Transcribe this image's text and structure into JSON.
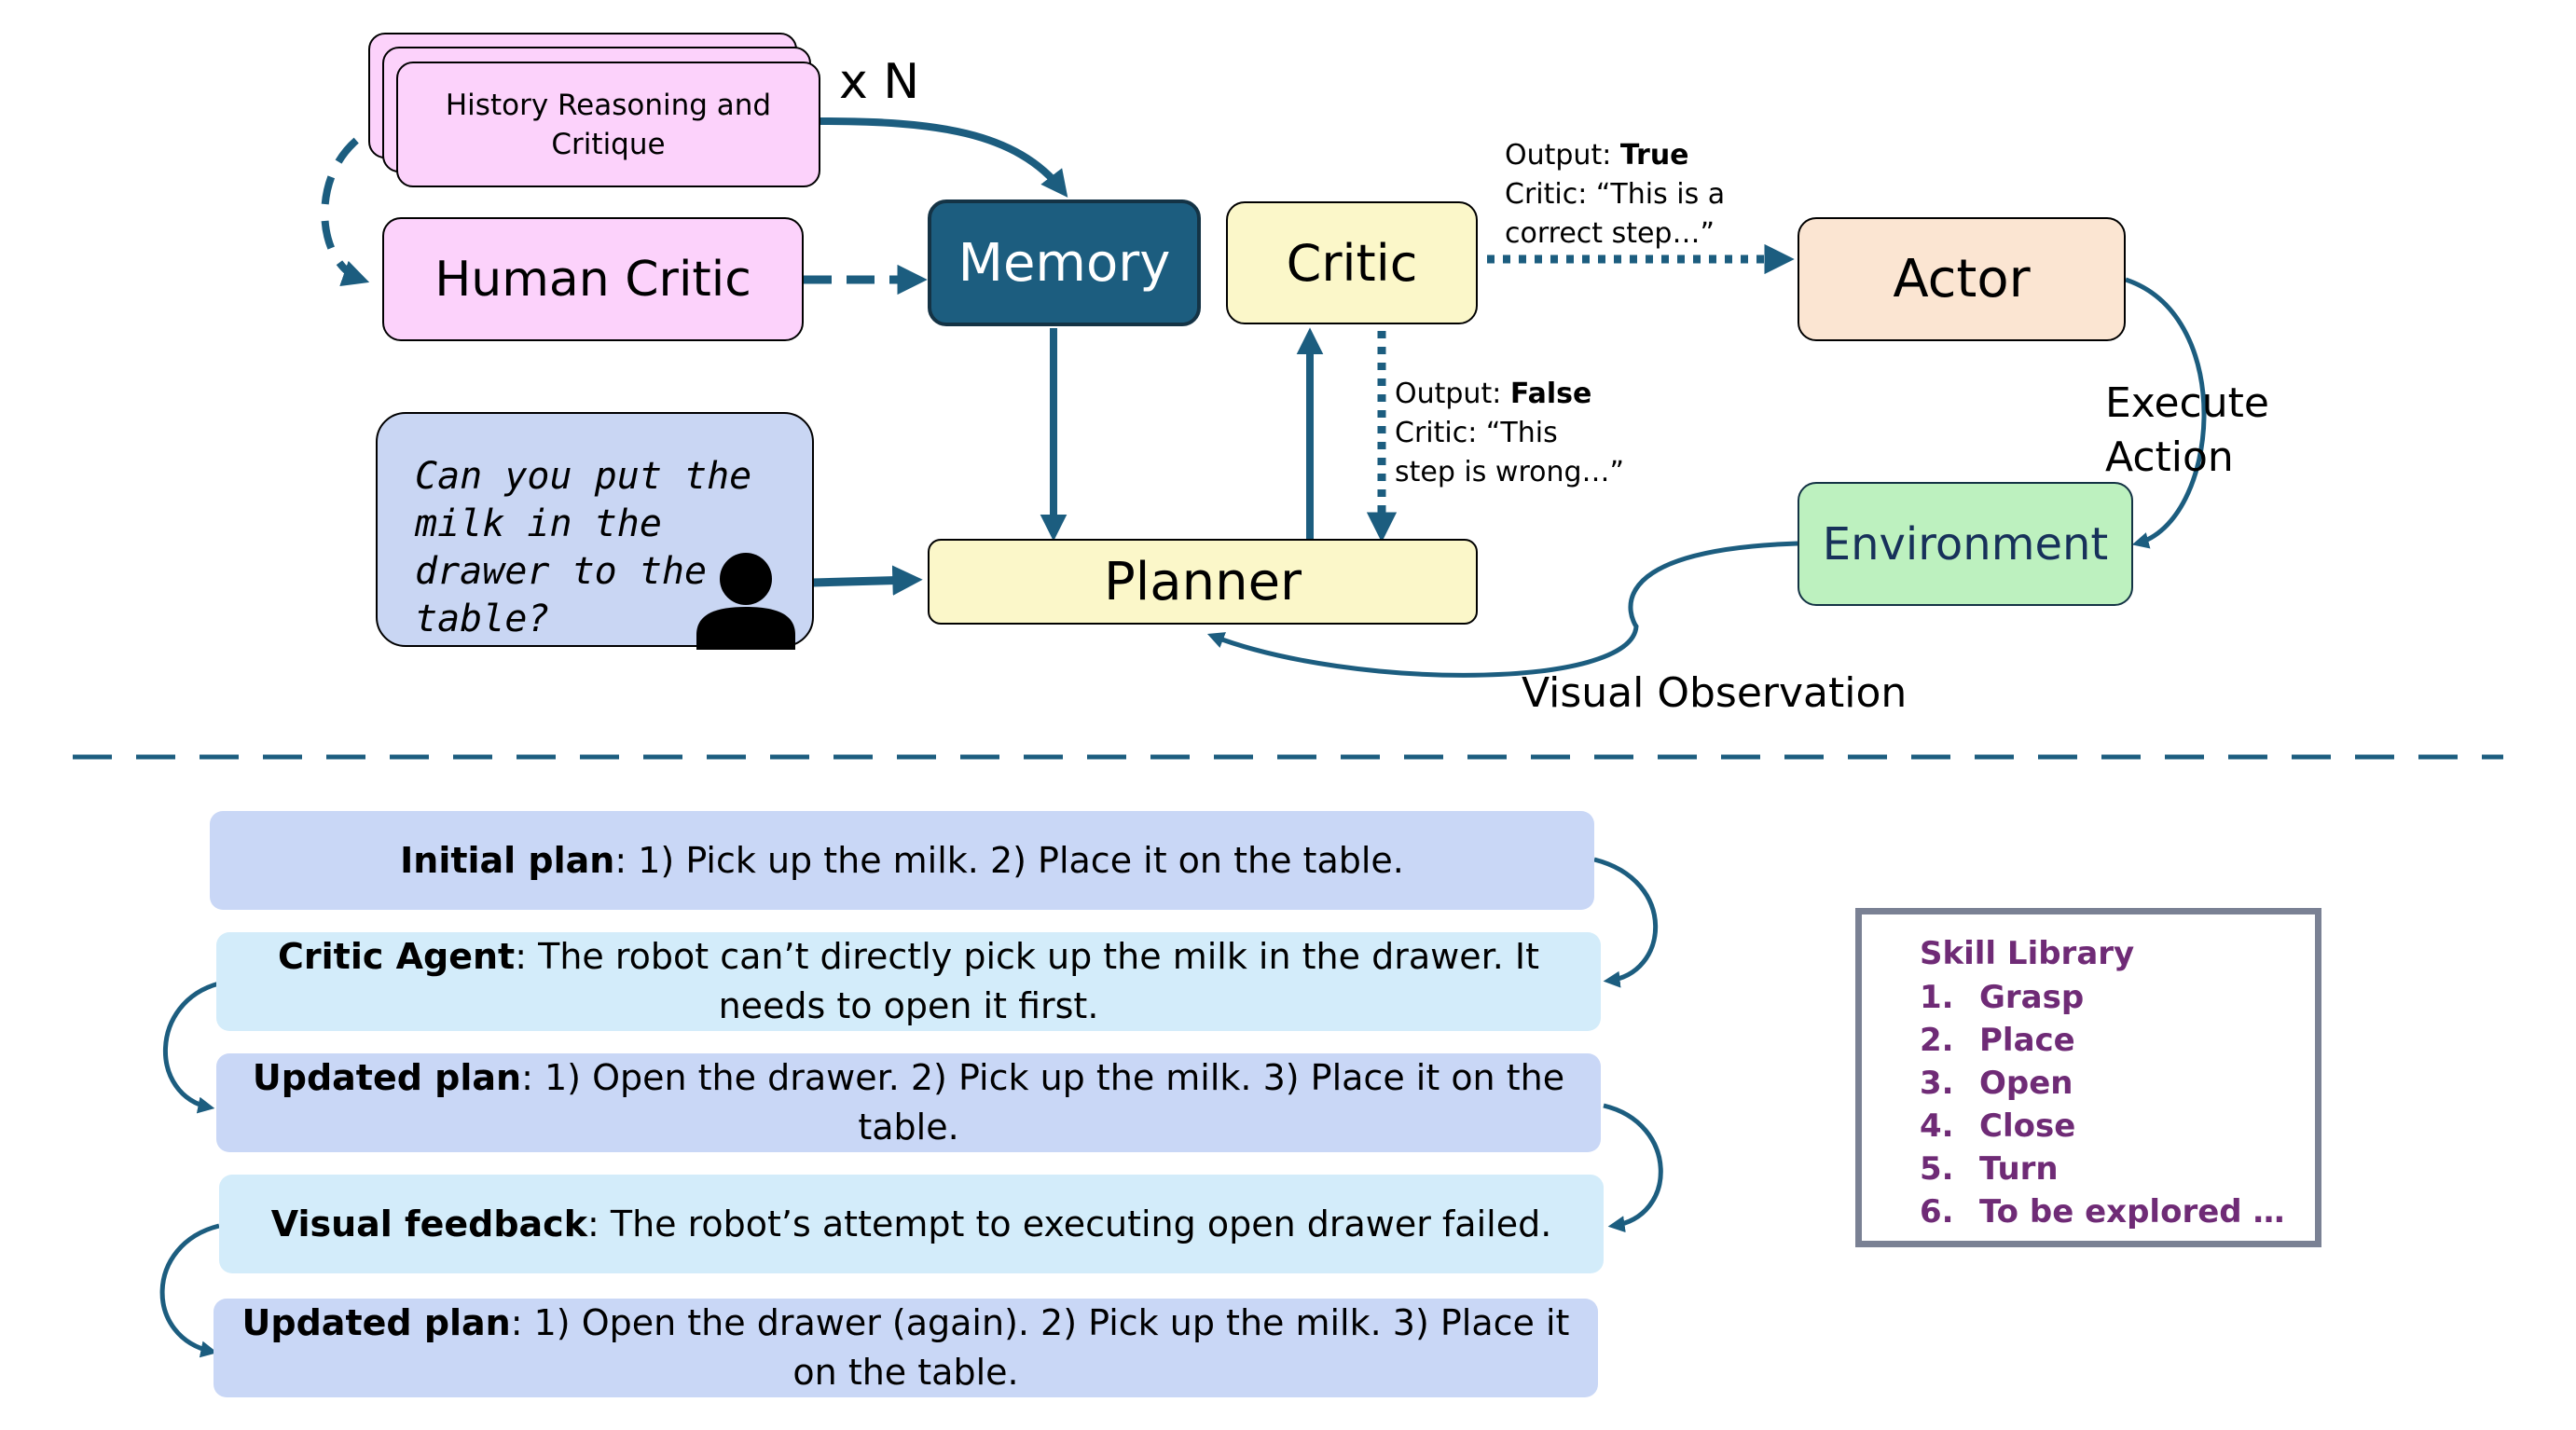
{
  "top": {
    "history_box": "History Reasoning and Critique",
    "repeat_label": "x N",
    "human_critic": "Human Critic",
    "memory": "Memory",
    "critic": "Critic",
    "actor": "Actor",
    "planner": "Planner",
    "environment": "Environment",
    "query": "Can you put the milk in the drawer to the table?",
    "true_output": {
      "prefix": "Output: ",
      "value": "True",
      "line2": "Critic: “This is a",
      "line3": "correct step…”"
    },
    "false_output": {
      "prefix": "Output: ",
      "value": "False",
      "line2": "Critic: “This",
      "line3": "step is wrong…”"
    },
    "execute_action": {
      "line1": "Execute",
      "line2": "Action"
    },
    "visual_observation": "Visual Observation"
  },
  "plans": [
    {
      "head": "Initial plan",
      "text": ": 1) Pick up the milk. 2) Place it on the table."
    },
    {
      "head": "Critic Agent",
      "text": ": The robot can’t directly pick up the milk in the drawer. It needs to open it first."
    },
    {
      "head": "Updated plan",
      "text": ": 1) Open the drawer. 2) Pick up the milk. 3) Place it on the table."
    },
    {
      "head": "Visual feedback",
      "text": ": The robot’s attempt to executing open drawer failed."
    },
    {
      "head": "Updated plan",
      "text": ": 1) Open the drawer (again). 2) Pick up the milk. 3) Place it on the table."
    }
  ],
  "skill_library": {
    "title": "Skill Library",
    "items": [
      {
        "num": "1.",
        "label": "Grasp"
      },
      {
        "num": "2.",
        "label": "Place"
      },
      {
        "num": "3.",
        "label": "Open"
      },
      {
        "num": "4.",
        "label": "Close"
      },
      {
        "num": "5.",
        "label": "Turn"
      },
      {
        "num": "6.",
        "label": "To be explored …"
      }
    ]
  },
  "colors": {
    "arrow": "#1c5d7f",
    "memory_fill": "#1c5d7f",
    "pink": "#fcd2fb",
    "yellow": "#fbf7c9",
    "skill_text": "#6f2b76"
  }
}
